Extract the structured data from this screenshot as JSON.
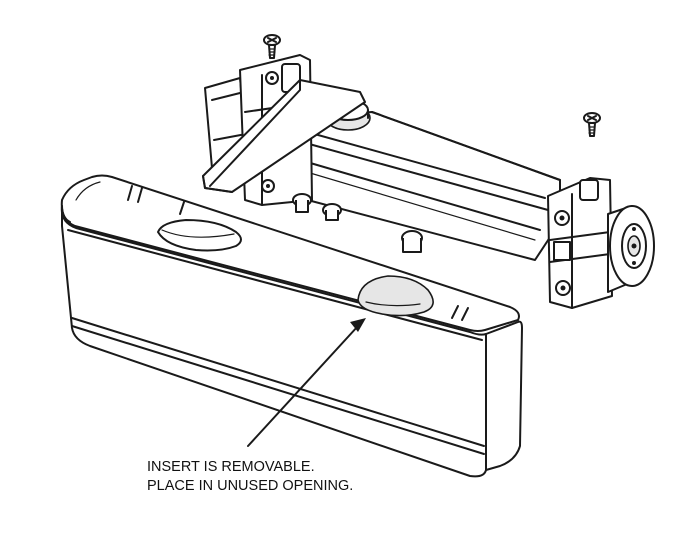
{
  "callout": {
    "line1": "INSERT IS REMOVABLE.",
    "line2": "PLACE IN UNUSED OPENING."
  },
  "parts": {
    "screw_left": "screw-icon",
    "screw_right": "screw-icon",
    "closer_body": "door-closer-body",
    "cover": "closer-cover",
    "insert": "removable-insert"
  },
  "colors": {
    "line": "#1a1a1a",
    "background": "#ffffff",
    "shade": "#e6e6e6"
  }
}
